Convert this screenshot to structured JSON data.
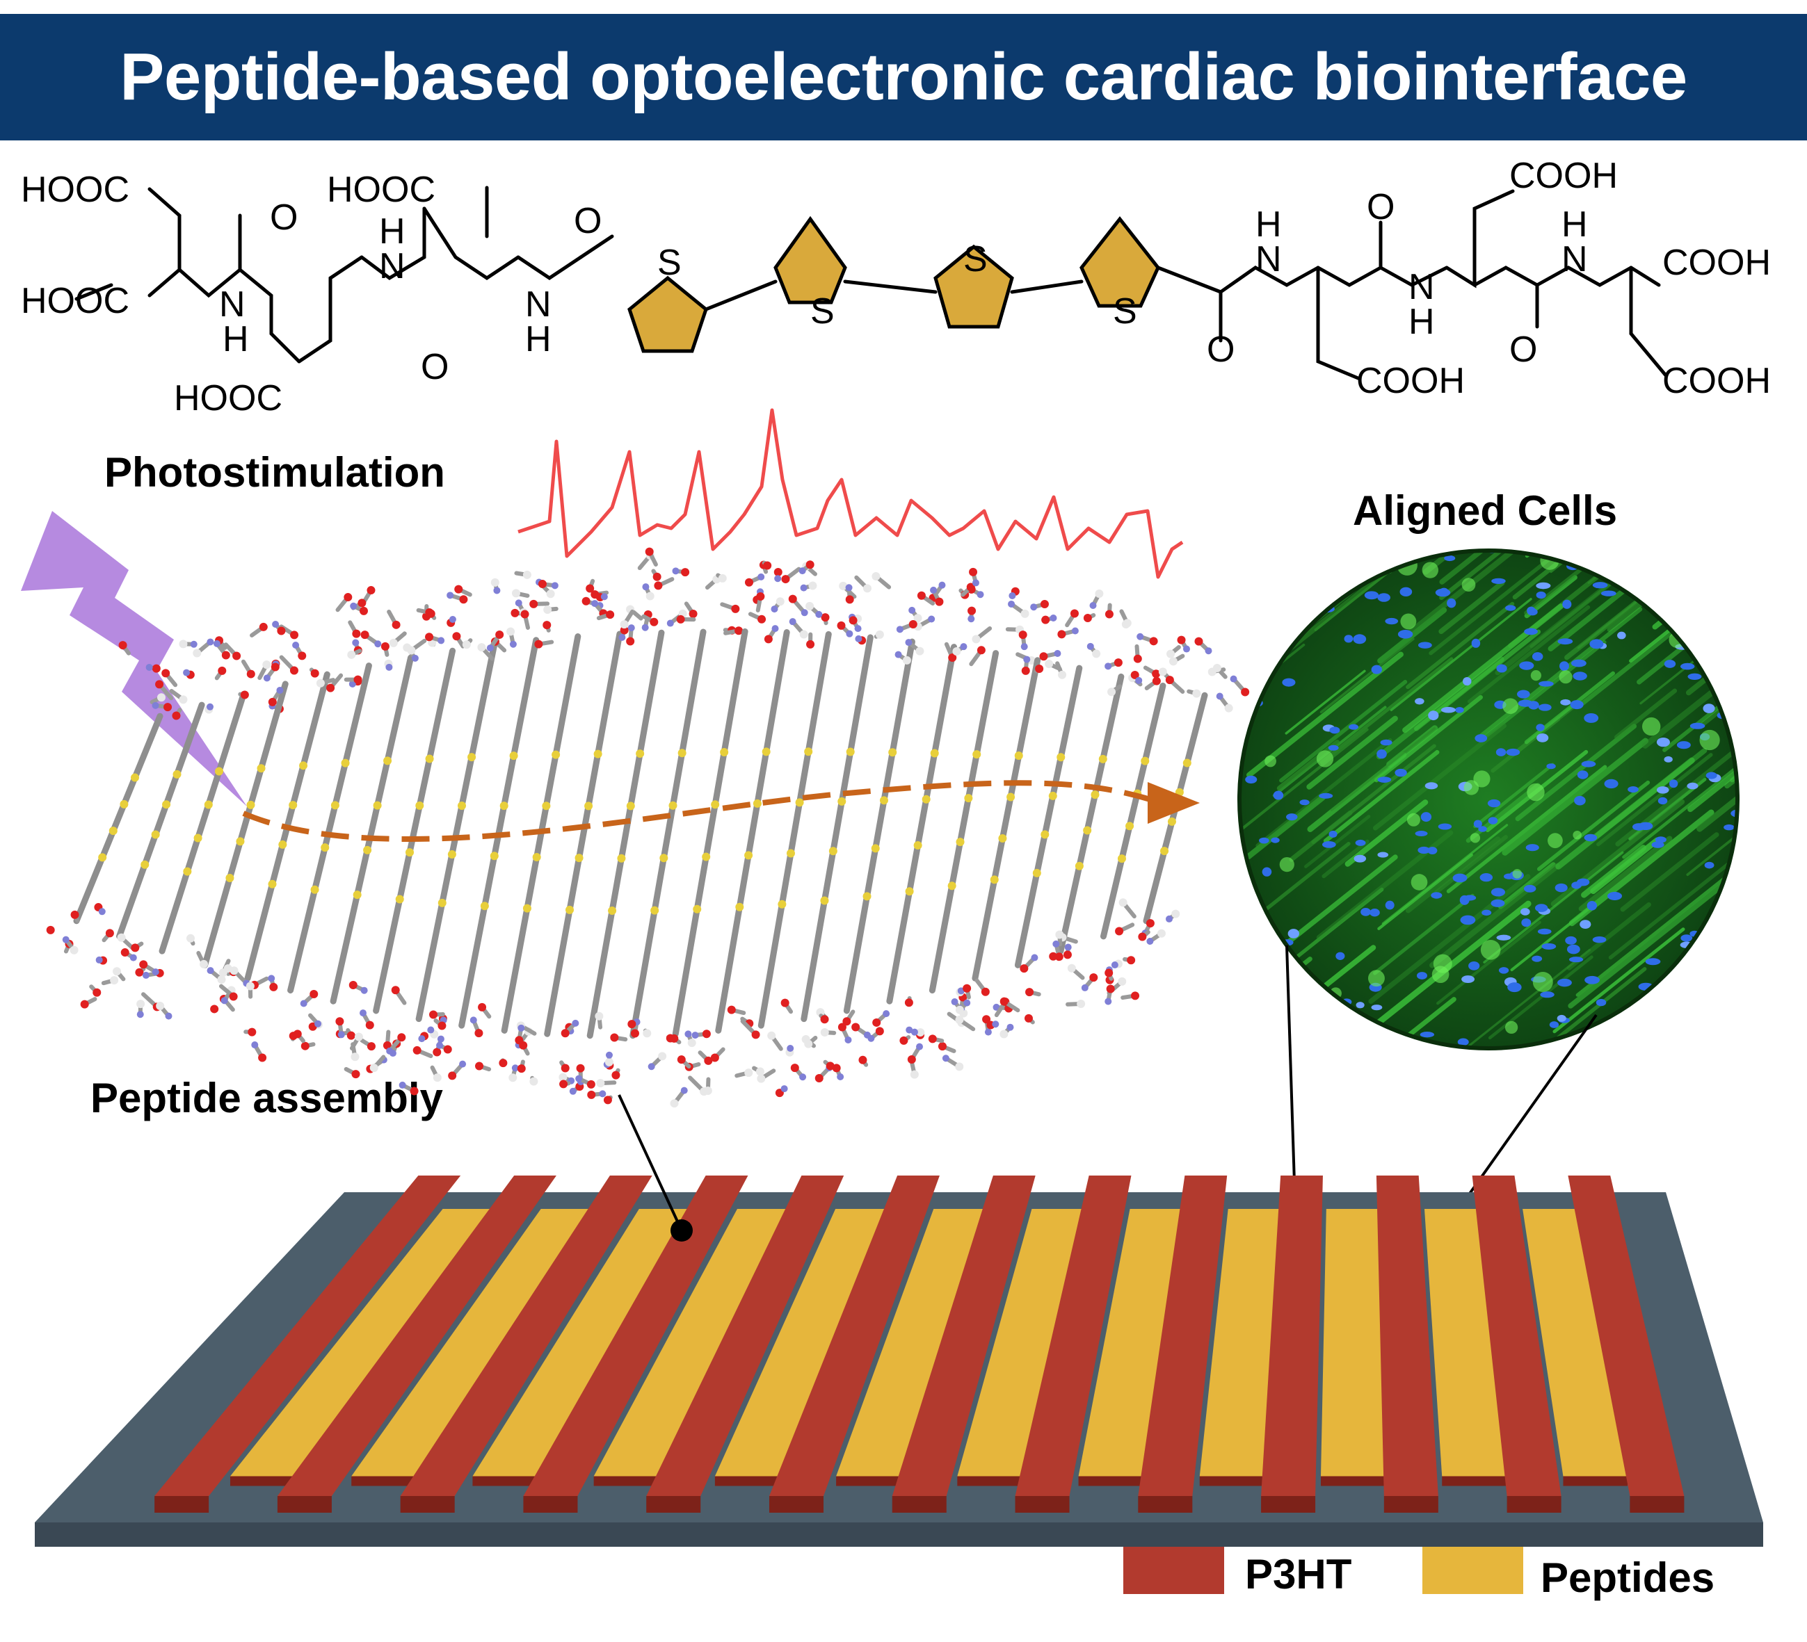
{
  "title": "Peptide-based optoelectronic cardiac biointerface",
  "labels": {
    "photostimulation": "Photostimulation",
    "aligned_cells": "Aligned Cells",
    "peptide_assembly": "Peptide assembly"
  },
  "molecule": {
    "groups": {
      "hooc_top_left": "HOOC",
      "hooc_mid_left": "HOOC",
      "hooc_bottom_left": "HOOC",
      "hooc_top_second": "HOOC",
      "cooh_top_right": "COOH",
      "cooh_right_upper": "COOH",
      "cooh_bottom_mid": "COOH",
      "cooh_bottom_right": "COOH"
    },
    "atoms": {
      "oxygen": "O",
      "nitrogen": "N",
      "hydrogen": "H",
      "sulfur": "S"
    }
  },
  "legend": [
    {
      "label": "P3HT",
      "color": "#b23a2e"
    },
    {
      "label": "Peptides",
      "color": "#e6b63c"
    }
  ],
  "colors": {
    "title_bar": "#0c3a6d",
    "thiophene": "#d9a93b",
    "signal": "#ef4b4b",
    "lightning": "#b68ae0",
    "arrow": "#c8641a",
    "substrate": "#4c5e6b",
    "cell_green": "#2f9a2a",
    "nuclei_blue": "#2f6de8"
  },
  "icons": [
    "lightning-bolt-icon",
    "dashed-arrow-icon",
    "magnifier-lines-icon"
  ]
}
